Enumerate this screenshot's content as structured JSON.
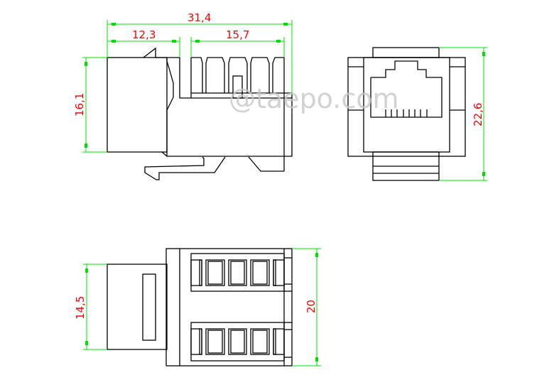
{
  "watermark": "@taepo.com",
  "colors": {
    "outline": "#000000",
    "dimension_line": "#00e000",
    "dimension_text": "#ff0000",
    "watermark": "#c8c8c8"
  },
  "side_view": {
    "overall_length": "31,4",
    "front_length": "12,3",
    "rear_length": "15,7",
    "height": "16,1"
  },
  "front_view": {
    "height": "22,6"
  },
  "top_view": {
    "front_width": "14,5",
    "body_width": "20"
  }
}
